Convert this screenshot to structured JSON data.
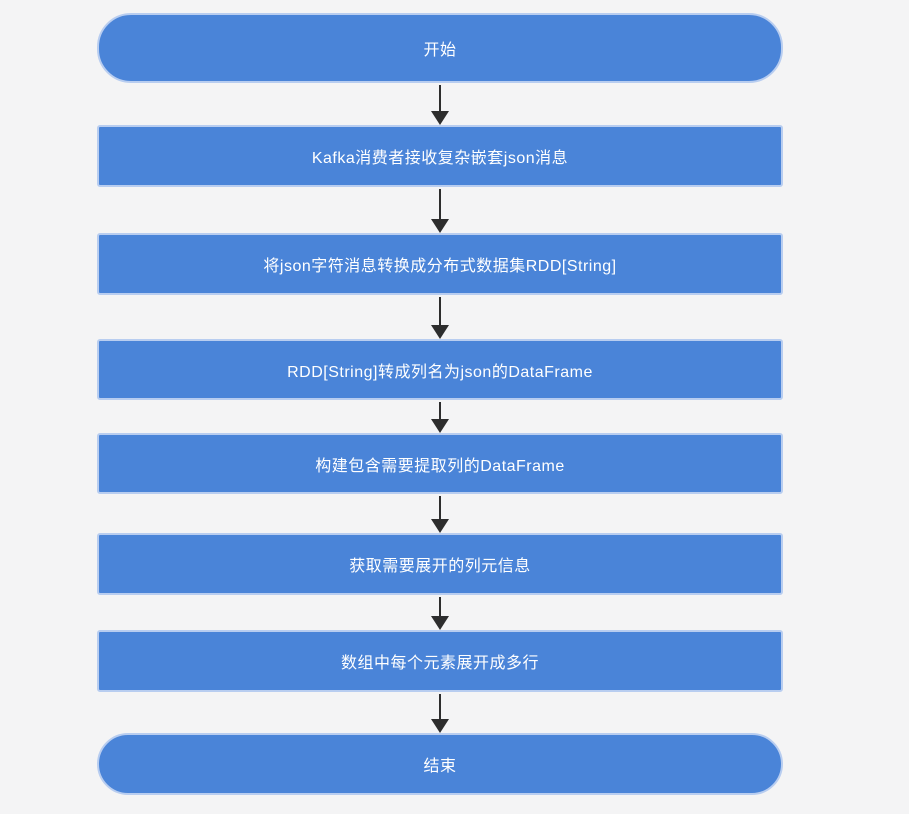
{
  "diagram": {
    "type": "flowchart",
    "direction": "top-down",
    "colors": {
      "background": "#f4f4f5",
      "node_fill": "#4a84d8",
      "node_border": "#b8cdf0",
      "node_text": "#ffffff",
      "arrow": "#2d2d2d"
    },
    "nodes": [
      {
        "id": "start",
        "shape": "terminator",
        "label": "开始"
      },
      {
        "id": "kafka-receive",
        "shape": "process",
        "label": "Kafka消费者接收复杂嵌套json消息"
      },
      {
        "id": "json-to-rdd",
        "shape": "process",
        "label": "将json字符消息转换成分布式数据集RDD[String]"
      },
      {
        "id": "rdd-to-dataframe",
        "shape": "process",
        "label": "RDD[String]转成列名为json的DataFrame"
      },
      {
        "id": "build-dataframe",
        "shape": "process",
        "label": "构建包含需要提取列的DataFrame"
      },
      {
        "id": "get-column-meta",
        "shape": "process",
        "label": "获取需要展开的列元信息"
      },
      {
        "id": "explode-rows",
        "shape": "process",
        "label": "数组中每个元素展开成多行"
      },
      {
        "id": "end",
        "shape": "terminator",
        "label": "结束"
      }
    ],
    "edges": [
      {
        "from": "start",
        "to": "kafka-receive"
      },
      {
        "from": "kafka-receive",
        "to": "json-to-rdd"
      },
      {
        "from": "json-to-rdd",
        "to": "rdd-to-dataframe"
      },
      {
        "from": "rdd-to-dataframe",
        "to": "build-dataframe"
      },
      {
        "from": "build-dataframe",
        "to": "get-column-meta"
      },
      {
        "from": "get-column-meta",
        "to": "explode-rows"
      },
      {
        "from": "explode-rows",
        "to": "end"
      }
    ]
  }
}
